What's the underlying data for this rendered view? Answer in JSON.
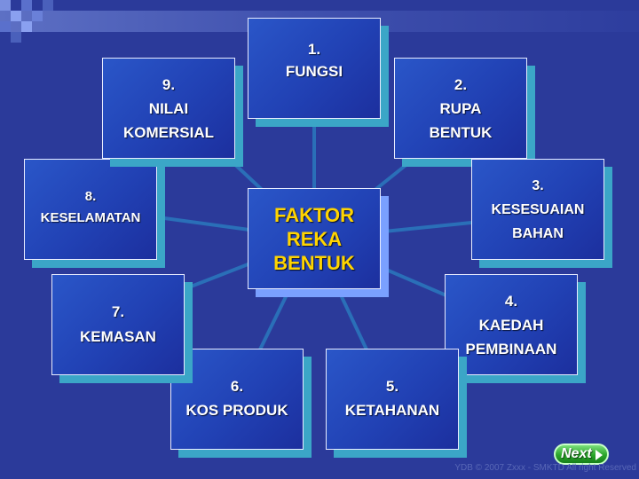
{
  "colors": {
    "background": "#2b3a9a",
    "box_fill": "#2141b4",
    "box_shadow": "#3ba6c7",
    "center_text": "#ffd400",
    "connector": "#2a6fb8"
  },
  "center": {
    "line1": "FAKTOR",
    "line2": "REKA",
    "line3": "BENTUK"
  },
  "factors": [
    {
      "num": "1.",
      "label": "FUNGSI",
      "label2": ""
    },
    {
      "num": "2.",
      "label": "RUPA",
      "label2": "BENTUK"
    },
    {
      "num": "3.",
      "label": "KESESUAIAN",
      "label2": "BAHAN"
    },
    {
      "num": "4.",
      "label": "KAEDAH",
      "label2": "PEMBINAAN"
    },
    {
      "num": "5.",
      "label": "KETAHANAN",
      "label2": ""
    },
    {
      "num": "6.",
      "label": "KOS PRODUK",
      "label2": ""
    },
    {
      "num": "7.",
      "label": "KEMASAN",
      "label2": ""
    },
    {
      "num": "8.",
      "label": "KESELAMATAN",
      "label2": ""
    },
    {
      "num": "9.",
      "label": "NILAI",
      "label2": "KOMERSIAL"
    }
  ],
  "next_button": {
    "label": "Next",
    "icon": "play-arrow-icon"
  },
  "footer": "YDB © 2007 Zxxx - SMKTD All right Reserved"
}
